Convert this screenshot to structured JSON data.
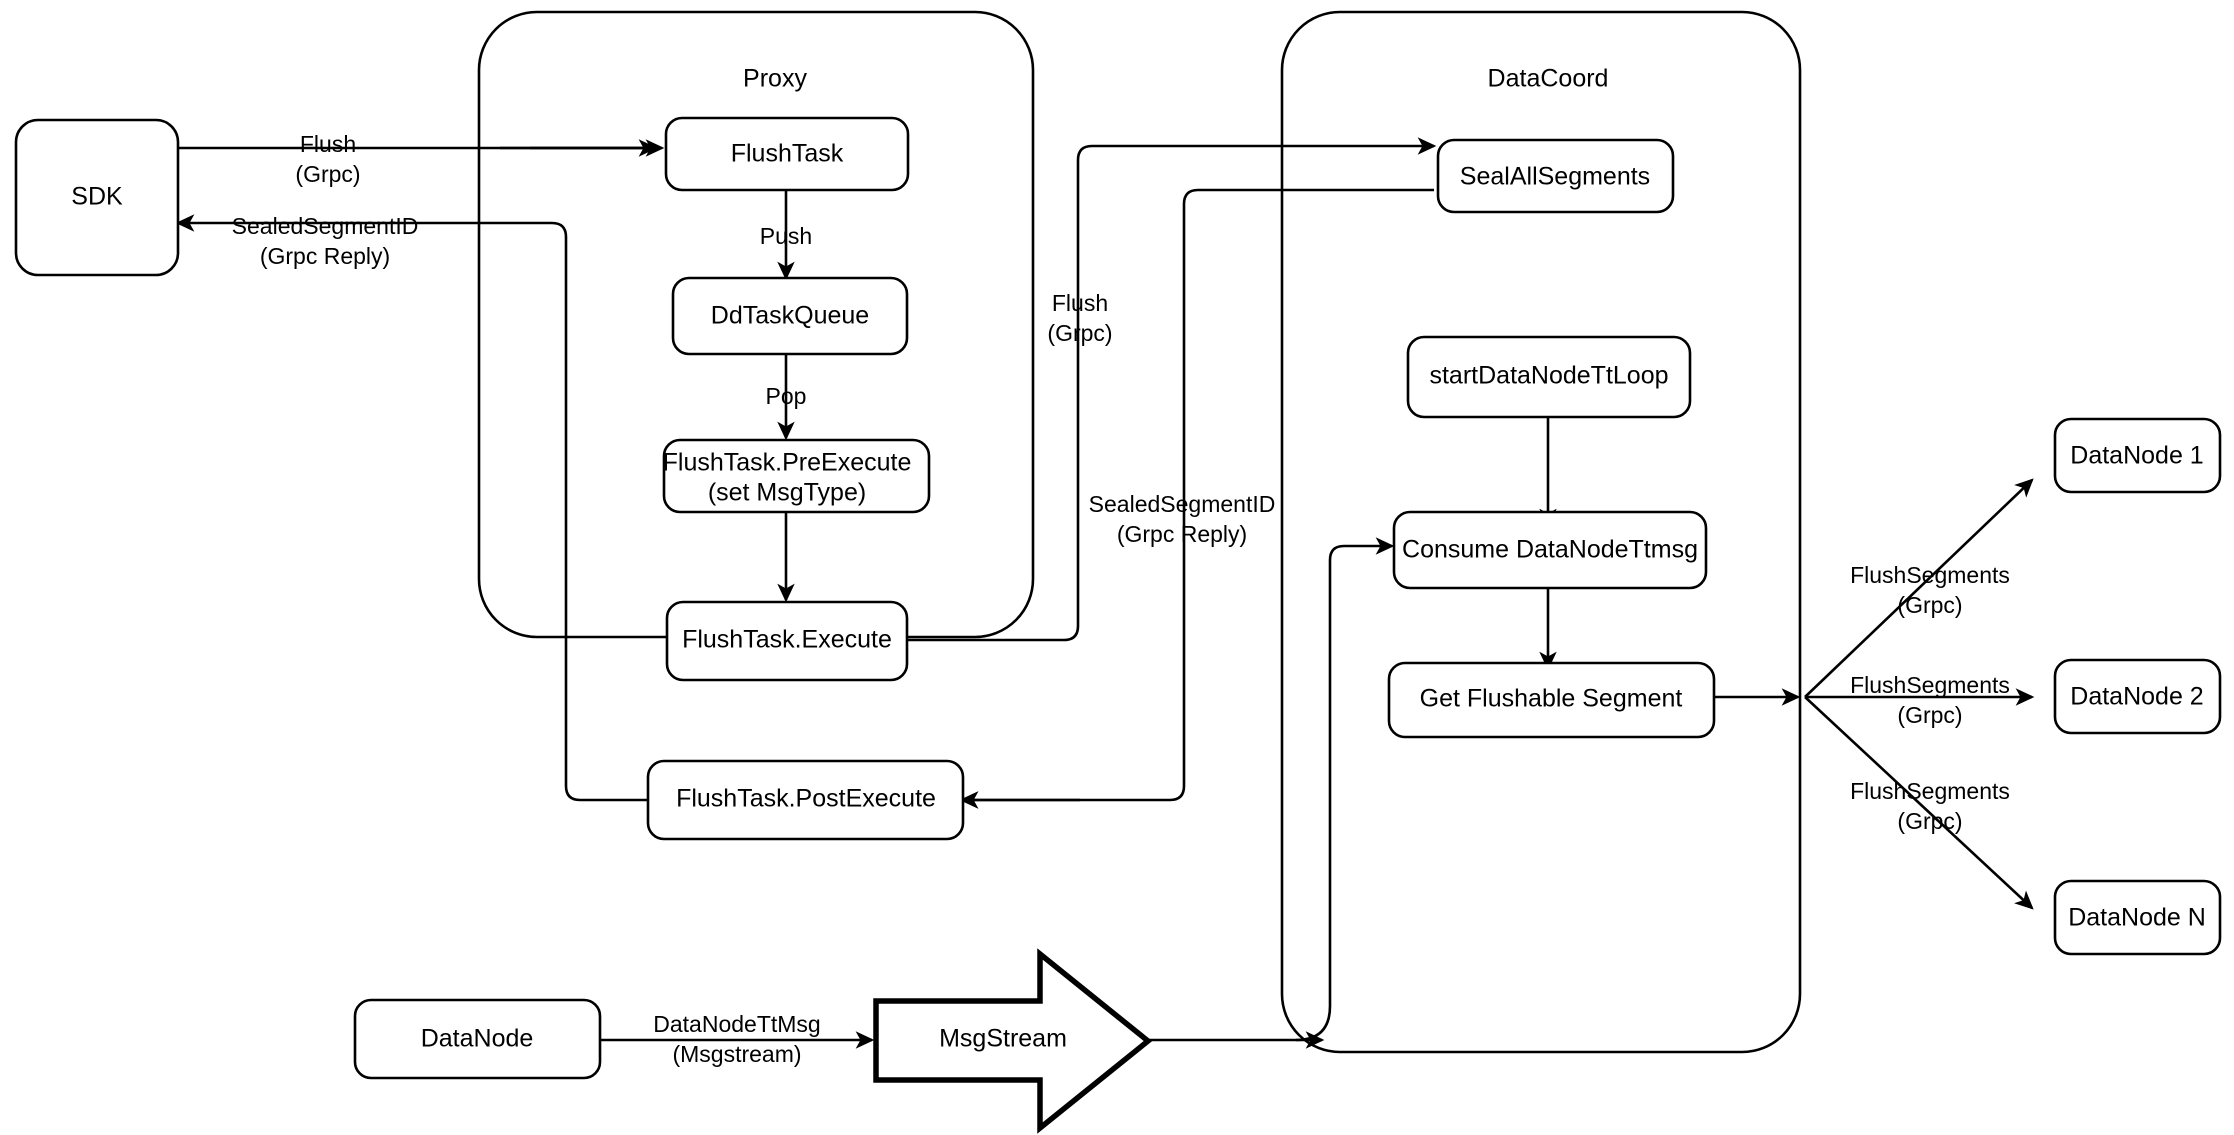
{
  "diagram": {
    "title": "Milvus Flush Sequence Architecture",
    "colors": {
      "stroke": "#000000",
      "fill": "#ffffff",
      "text": "#000000"
    },
    "containers": [
      {
        "id": "proxy",
        "label": "Proxy"
      },
      {
        "id": "datacoord",
        "label": "DataCoord"
      }
    ],
    "nodes": {
      "sdk": "SDK",
      "flush_task": "FlushTask",
      "dd_task_queue": "DdTaskQueue",
      "pre_execute_line1": "FlushTask.PreExecute",
      "pre_execute_line2": "(set MsgType)",
      "execute": "FlushTask.Execute",
      "post_execute": "FlushTask.PostExecute",
      "seal_all_segments": "SealAllSegments",
      "start_datanode_tt_loop": "startDataNodeTtLoop",
      "consume_datanode_ttmsg": "Consume DataNodeTtmsg",
      "get_flushable_segment": "Get Flushable Segment",
      "datanode_1": "DataNode 1",
      "datanode_2": "DataNode 2",
      "datanode_n": "DataNode N",
      "datanode_bottom": "DataNode",
      "msgstream": "MsgStream"
    },
    "edge_labels": {
      "sdk_flush_l1": "Flush",
      "sdk_flush_l2": "(Grpc)",
      "sdk_reply_l1": "SealedSegmentID",
      "sdk_reply_l2": "(Grpc Reply)",
      "push": "Push",
      "pop": "Pop",
      "proxy_flush_l1": "Flush",
      "proxy_flush_l2": "(Grpc)",
      "proxy_reply_l1": "SealedSegmentID",
      "proxy_reply_l2": "(Grpc Reply)",
      "datanode_ttmsg_l1": "DataNodeTtMsg",
      "datanode_ttmsg_l2": "(Msgstream)",
      "flush_segments_1_l1": "FlushSegments",
      "flush_segments_1_l2": "(Grpc)",
      "flush_segments_2_l1": "FlushSegments",
      "flush_segments_2_l2": "(Grpc)",
      "flush_segments_n_l1": "FlushSegments",
      "flush_segments_n_l2": "(Grpc)"
    }
  }
}
